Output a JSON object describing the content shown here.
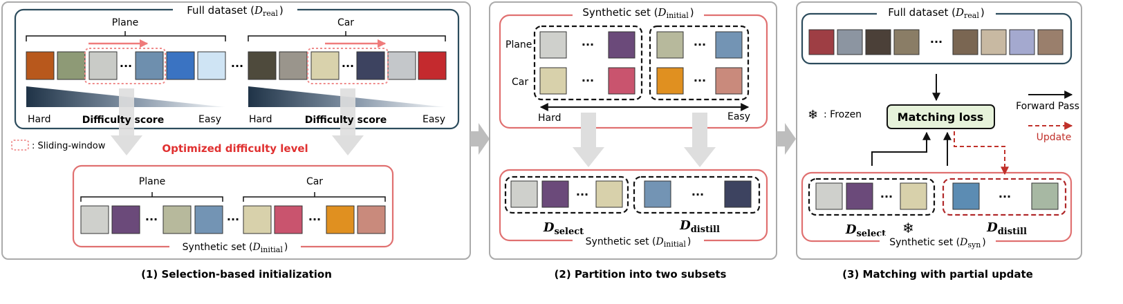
{
  "panels": [
    {
      "caption": "(1) Selection-based initialization",
      "real_box_title": "Full dataset (",
      "real_box_title_sym": "D",
      "real_box_title_sub": "real",
      "real_box_title_end": ")",
      "class_plane": "Plane",
      "class_car": "Car",
      "hard": "Hard",
      "easy": "Easy",
      "difficulty": "Difficulty score",
      "sliding_label": ": Sliding-window",
      "optimized": "Optimized difficulty level",
      "syn_class_plane": "Plane",
      "syn_class_car": "Car",
      "syn_box_title": "Synthetic set (",
      "syn_box_title_sym": "D",
      "syn_box_title_sub": "initial",
      "syn_box_title_end": ")"
    },
    {
      "caption": "(2) Partition into two subsets",
      "top_title": "Synthetic set (",
      "top_title_sym": "D",
      "top_title_sub": "initial",
      "top_title_end": ")",
      "row_plane": "Plane",
      "row_car": "Car",
      "hard": "Hard",
      "easy": "Easy",
      "select_sym": "D",
      "select_sub": "select",
      "distill_sym": "D",
      "distill_sub": "distill",
      "bottom_title": "Synthetic set (",
      "bottom_title_sym": "D",
      "bottom_title_sub": "initial",
      "bottom_title_end": ")"
    },
    {
      "caption": "(3) Matching with partial update",
      "real_box_title": "Full dataset (",
      "real_box_title_sym": "D",
      "real_box_title_sub": "real",
      "real_box_title_end": ")",
      "frozen": ": Frozen",
      "matching_loss": "Matching loss",
      "forward_pass": "Forward Pass",
      "update": "Update",
      "select_sym": "D",
      "select_sub": "select",
      "distill_sym": "D",
      "distill_sub": "distill",
      "syn_title": "Synthetic set (",
      "syn_title_sym": "D",
      "syn_title_sub": "syn",
      "syn_title_end": ")"
    }
  ],
  "colors": {
    "panel_border": "#aaaaaa",
    "real_box": "#2b4b5c",
    "syn_box": "#e07070",
    "red_text": "#e03030",
    "loss_fill": "#e6f2da",
    "update_red": "#c0302a"
  },
  "ellipsis": "···",
  "snowflake": "❄"
}
